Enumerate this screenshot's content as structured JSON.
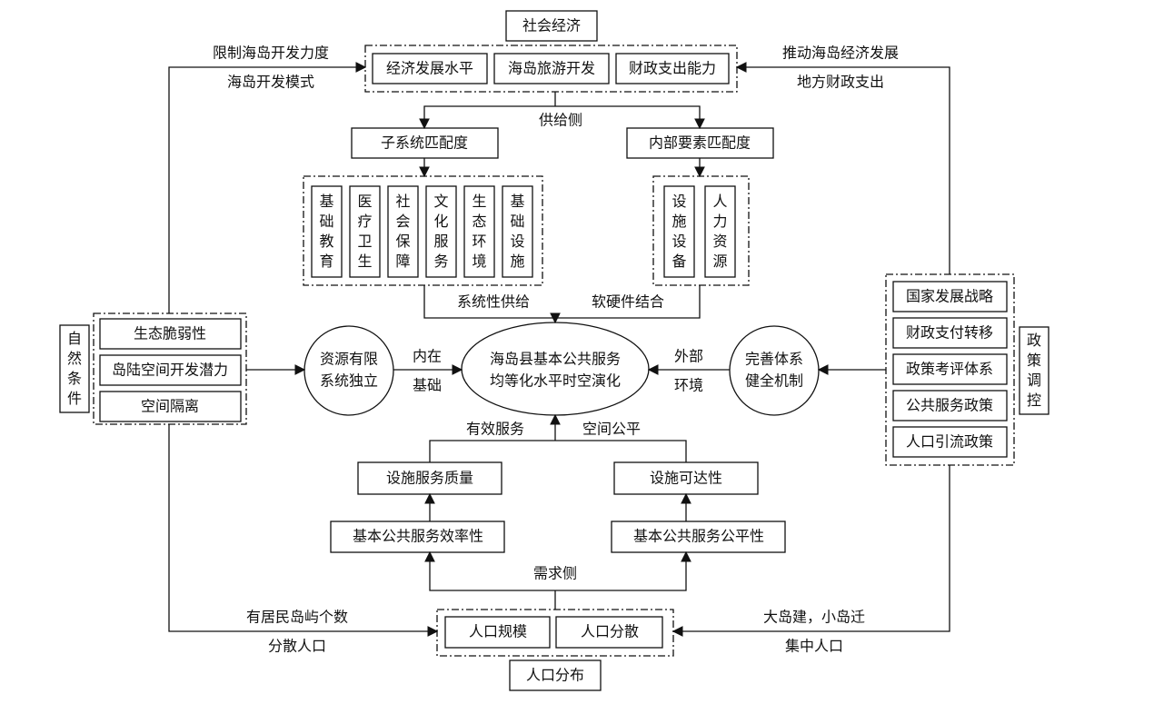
{
  "top": {
    "title": "社会经济",
    "items": [
      "经济发展水平",
      "海岛旅游开发",
      "财政支出能力"
    ],
    "left_label_1": "限制海岛开发力度",
    "left_label_2": "海岛开发模式",
    "right_label_1": "推动海岛经济发展",
    "right_label_2": "地方财政支出"
  },
  "supply": {
    "label": "供给侧",
    "sub_match": "子系统匹配度",
    "inner_match": "内部要素匹配度",
    "subsystems": [
      "基础教育",
      "医疗卫生",
      "社会保障",
      "文化服务",
      "生态环境",
      "基础设施"
    ],
    "elements": [
      "设施设备",
      "人力资源"
    ],
    "bottom_left": "系统性供给",
    "bottom_right": "软硬件结合"
  },
  "nature": {
    "title": "自然条件",
    "items": [
      "生态脆弱性",
      "岛陆空间开发潜力",
      "空间隔离"
    ]
  },
  "policy": {
    "title": "政策调控",
    "items": [
      "国家发展战略",
      "财政支付转移",
      "政策考评体系",
      "公共服务政策",
      "人口引流政策"
    ]
  },
  "center": {
    "line1": "海岛县基本公共服务",
    "line2": "均等化水平时空演化",
    "left_circle": [
      "资源有限",
      "系统独立"
    ],
    "right_circle": [
      "完善体系",
      "健全机制"
    ],
    "inner_1": "内在",
    "inner_2": "基础",
    "outer_1": "外部",
    "outer_2": "环境"
  },
  "demand": {
    "effective": "有效服务",
    "equity": "空间公平",
    "quality": "设施服务质量",
    "access": "设施可达性",
    "efficiency": "基本公共服务效率性",
    "fairness": "基本公共服务公平性",
    "label": "需求侧"
  },
  "population": {
    "title": "人口分布",
    "items": [
      "人口规模",
      "人口分散"
    ],
    "left_label_1": "有居民岛屿个数",
    "left_label_2": "分散人口",
    "right_label_1": "大岛建，小岛迁",
    "right_label_2": "集中人口"
  }
}
